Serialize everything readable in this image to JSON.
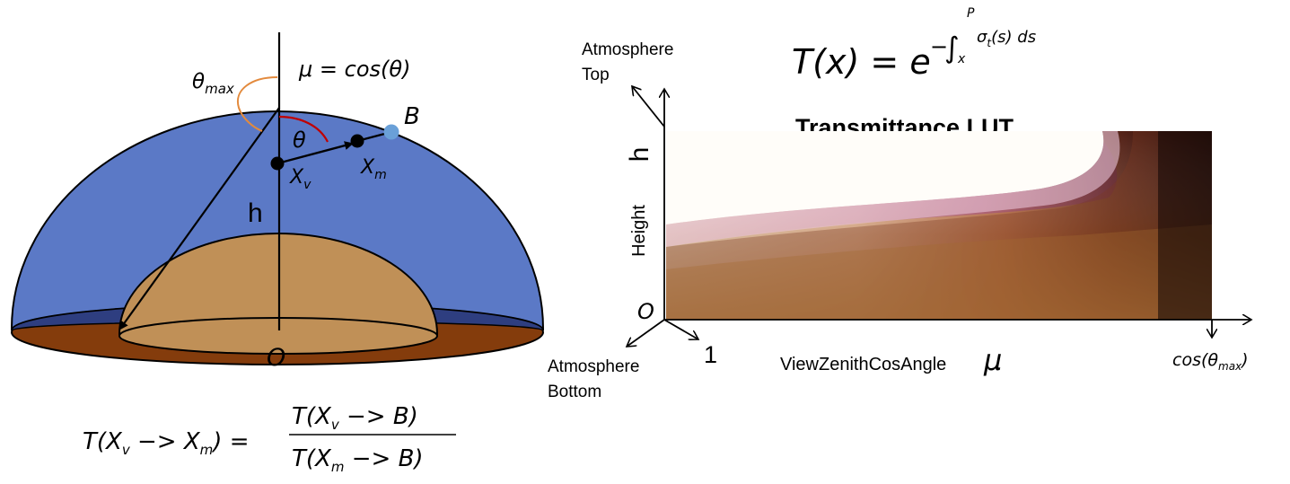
{
  "colors": {
    "atmosphere": "#5b79c6",
    "atmosphere_rim": "#2e3e80",
    "ground_base": "#843c0c",
    "planet": "#c09057",
    "theta_max_arc": "#e38a3d",
    "theta_arc": "#c00000",
    "point_b": "#6aa0d8"
  },
  "left_diagram": {
    "theta_max_label": "θ",
    "theta_max_sub": "max",
    "mu_label": "μ = cos(θ)",
    "theta_label": "θ",
    "b_label": "B",
    "xv_label": "X",
    "xv_sub": "v",
    "xm_label": "X",
    "xm_sub": "m",
    "h_label": "h",
    "origin_label": "O",
    "formula": {
      "lhs": "T(X",
      "lhs_sub1": "v",
      "lhs_mid": " −> X",
      "lhs_sub2": "m",
      "lhs_end": ") =",
      "num": "T(X",
      "num_sub": "v",
      "num_end": " −> B)",
      "den": "T(X",
      "den_sub": "m",
      "den_end": " −> B)"
    }
  },
  "right_diagram": {
    "formula": {
      "t": "T(x) = e",
      "exp_sign": "−",
      "integral": "∫",
      "upper": "P",
      "lower": "x",
      "integrand": "σ",
      "integrand_sub": "t",
      "integrand_end": "(s) ds"
    },
    "title": "Transmittance LUT",
    "atmosphere_top_line1": "Atmosphere",
    "atmosphere_top_line2": "Top",
    "atmosphere_bottom_line1": "Atmosphere",
    "atmosphere_bottom_line2": "Bottom",
    "h_label": "h",
    "height_label": "Height",
    "origin_label": "O",
    "one_label": "1",
    "x_axis_label": "ViewZenithCosAngle",
    "mu_symbol": "μ",
    "cos_label": "cos(θ",
    "cos_sub": "max",
    "cos_end": ")"
  }
}
